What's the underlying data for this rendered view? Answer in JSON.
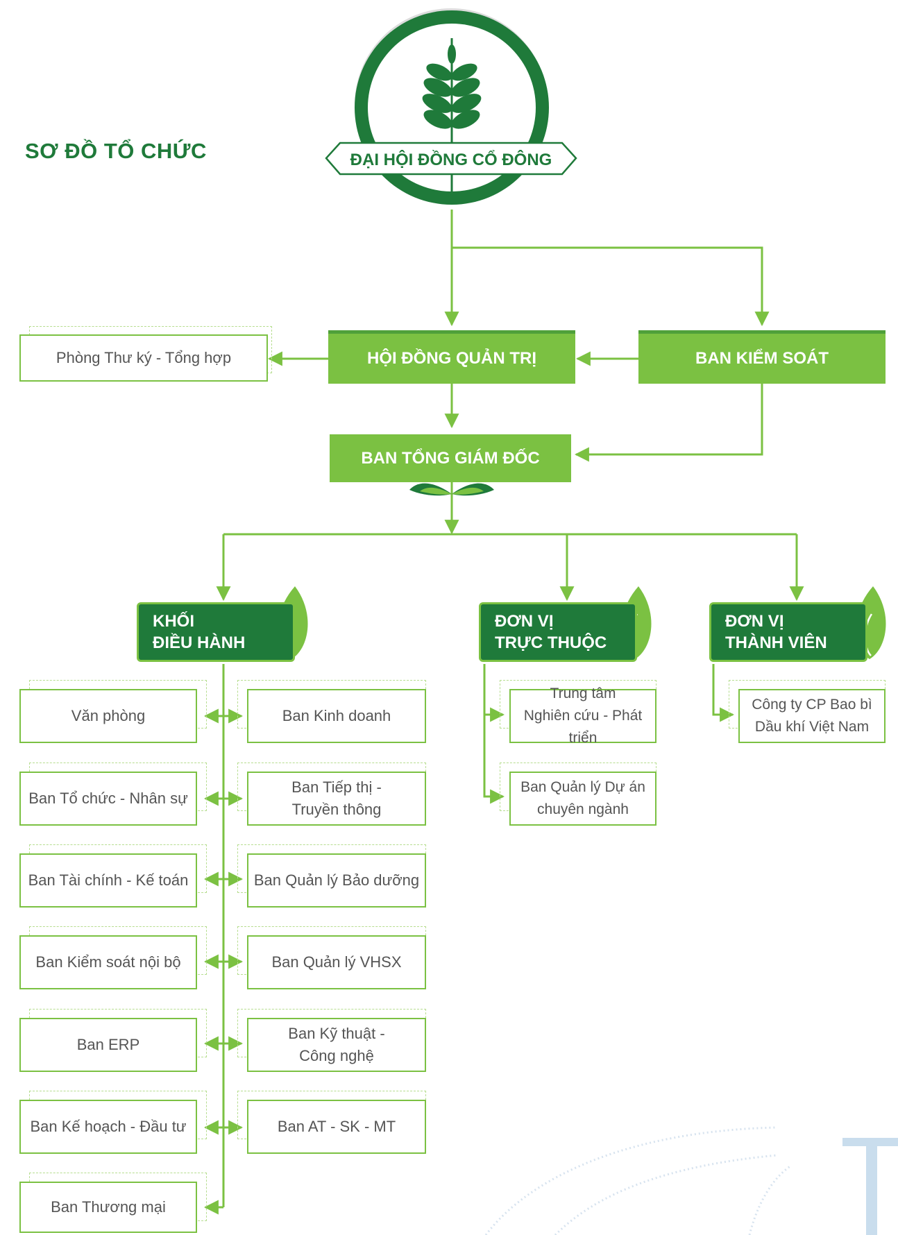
{
  "title": "SƠ ĐỒ TỔ CHỨC",
  "top": {
    "agm": "ĐẠI HỘI ĐỒNG CỔ ĐÔNG",
    "board": "HỘI ĐỒNG QUẢN TRỊ",
    "supervisory": "BAN KIỂM SOÁT",
    "secretary": "Phòng Thư ký - Tổng hợp",
    "ceo": "BAN TỔNG GIÁM ĐỐC"
  },
  "groups": {
    "executive": {
      "label": "KHỐI\nĐIỀU HÀNH",
      "left_units": [
        "Văn phòng",
        "Ban Tổ chức - Nhân sự",
        "Ban Tài chính - Kế toán",
        "Ban Kiểm soát nội bộ",
        "Ban ERP",
        "Ban Kế hoạch - Đầu tư",
        "Ban Thương mại"
      ],
      "right_units": [
        "Ban Kinh doanh",
        "Ban Tiếp thị -\nTruyền thông",
        "Ban Quản lý Bảo dưỡng",
        "Ban Quản lý VHSX",
        "Ban Kỹ thuật -\nCông nghệ",
        "Ban AT - SK - MT"
      ]
    },
    "dependent": {
      "label": "ĐƠN VỊ\nTRỰC THUỘC",
      "units": [
        "Trung tâm\nNghiên cứu - Phát triển",
        "Ban Quản lý Dự án\nchuyên ngành"
      ]
    },
    "member": {
      "label": "ĐƠN VỊ\nTHÀNH VIÊN",
      "units": [
        "Công ty CP Bao bì\nDầu khí Việt Nam"
      ]
    }
  },
  "colors": {
    "light_green": "#7bc142",
    "dark_green": "#1f7a3a",
    "text_grey": "#555555"
  }
}
